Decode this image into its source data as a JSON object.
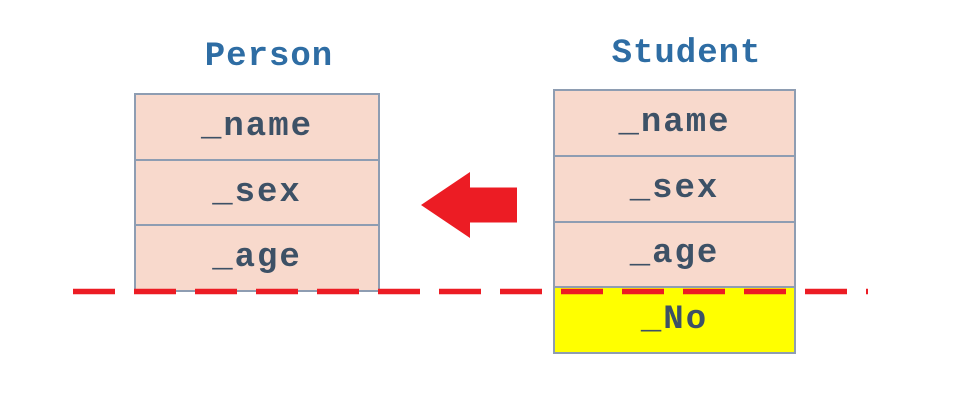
{
  "classes": {
    "person": {
      "title": "Person",
      "fields": [
        "_name",
        "_sex",
        "_age"
      ]
    },
    "student": {
      "title": "Student",
      "fields": [
        "_name",
        "_sex",
        "_age"
      ],
      "extra_field": "_No"
    }
  },
  "arrow": {
    "icon": "left-block-arrow-icon",
    "direction": "left",
    "color": "#EC1C24"
  },
  "divider": {
    "style": "dashed",
    "color": "#EC1C24"
  },
  "colors": {
    "class_title_text": "#2E6DA4",
    "field_text": "#3D5166",
    "field_fill": "#F8D9CC",
    "box_border": "#8E9DB2",
    "highlight_fill": "#FFFF00",
    "background": "#FFFFFF"
  }
}
